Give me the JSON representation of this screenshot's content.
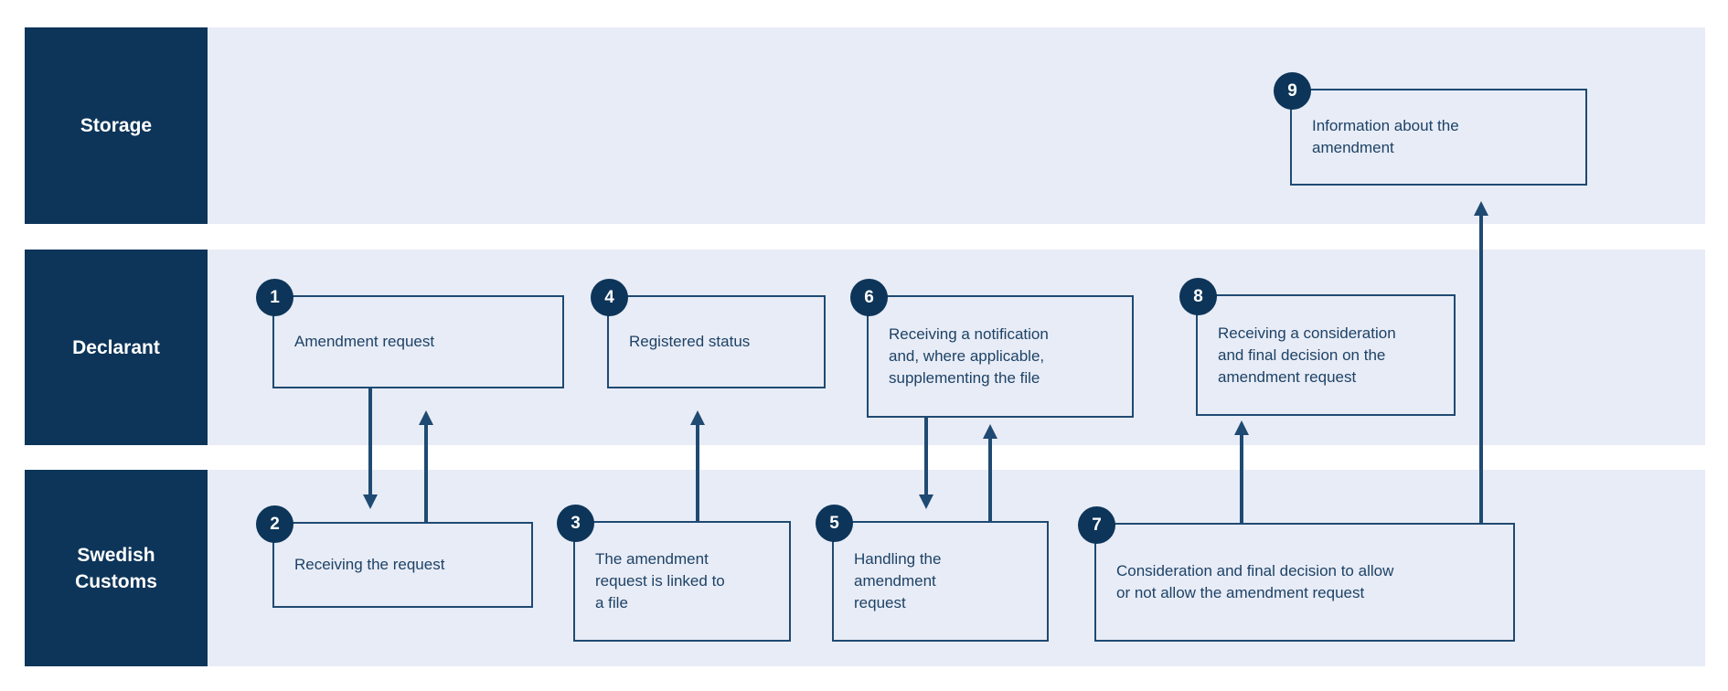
{
  "lanes": [
    {
      "label": "Storage"
    },
    {
      "label": "Declarant"
    },
    {
      "label": "Swedish\nCustoms"
    }
  ],
  "boxes": [
    {
      "num": "1",
      "lane": "Declarant",
      "text": "Amendment request"
    },
    {
      "num": "2",
      "lane": "Swedish Customs",
      "text": "Receiving the request"
    },
    {
      "num": "3",
      "lane": "Swedish Customs",
      "text": "The amendment\nrequest is linked to\na file"
    },
    {
      "num": "4",
      "lane": "Declarant",
      "text": "Registered status"
    },
    {
      "num": "5",
      "lane": "Swedish Customs",
      "text": "Handling the\namendment\nrequest"
    },
    {
      "num": "6",
      "lane": "Declarant",
      "text": "Receiving a notification\nand, where applicable,\nsupplementing the file"
    },
    {
      "num": "7",
      "lane": "Swedish Customs",
      "text": "Consideration and final decision to allow\nor not allow the amendment request"
    },
    {
      "num": "8",
      "lane": "Declarant",
      "text": "Receiving a consideration\nand final decision on the\namendment request"
    },
    {
      "num": "9",
      "lane": "Storage",
      "text": "Information about the\namendment"
    }
  ],
  "arrows": [
    {
      "from": "1",
      "to": "2",
      "direction": "down"
    },
    {
      "from": "2",
      "to": "1",
      "direction": "up"
    },
    {
      "from": "3",
      "to": "4",
      "direction": "up"
    },
    {
      "from": "6",
      "to": "5",
      "direction": "down"
    },
    {
      "from": "5",
      "to": "6",
      "direction": "up"
    },
    {
      "from": "7",
      "to": "8",
      "direction": "up"
    },
    {
      "from": "7",
      "to": "9",
      "direction": "up"
    }
  ],
  "colors": {
    "navy_fill": "#0d3559",
    "border_arrow": "#1f4a72",
    "box_text": "#1d4266",
    "lane_fill": "#e8ecf6",
    "label_text": "#ffffff",
    "background": "#ffffff"
  }
}
